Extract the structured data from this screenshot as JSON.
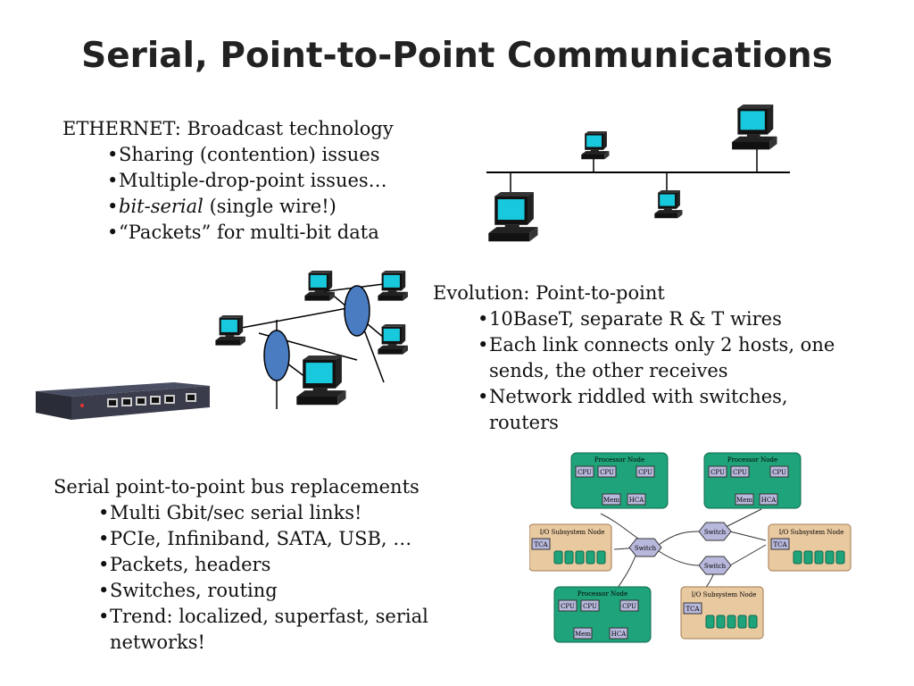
{
  "title": "Serial, Point-to-Point Communications",
  "section1": {
    "heading": "ETHERNET: Broadcast technology",
    "bullets": [
      {
        "pre": "",
        "em": "",
        "post": "Sharing (contention) issues"
      },
      {
        "pre": "",
        "em": "",
        "post": "Multiple-drop-point issues…"
      },
      {
        "pre": "",
        "em": "bit-serial",
        "post": " (single wire!)"
      },
      {
        "pre": "",
        "em": "",
        "post": "“Packets” for multi-bit data"
      }
    ]
  },
  "section2": {
    "heading": "Evolution: Point-to-point",
    "bullets": [
      "10BaseT, separate R & T wires",
      "Each link connects only 2 hosts, one sends, the other receives",
      "Network riddled with switches, routers"
    ]
  },
  "section3": {
    "heading": "Serial point-to-point bus replacements",
    "bullets": [
      "Multi Gbit/sec serial links!",
      "PCIe, Infiniband, SATA, USB, …",
      "Packets, headers",
      "Switches, routing",
      "Trend: localized, superfast, serial networks!"
    ]
  },
  "diagram": {
    "processor_node": "Processor Node",
    "io_node": "I/O Subsystem Node",
    "cpu": "CPU",
    "mem": "Mem",
    "hca": "HCA",
    "tca": "TCA",
    "switch": "Switch",
    "colors": {
      "node": "#1fa37a",
      "io": "#e8c9a0",
      "switch": "#b8b8dc",
      "hub": "#4a7cc2"
    }
  }
}
